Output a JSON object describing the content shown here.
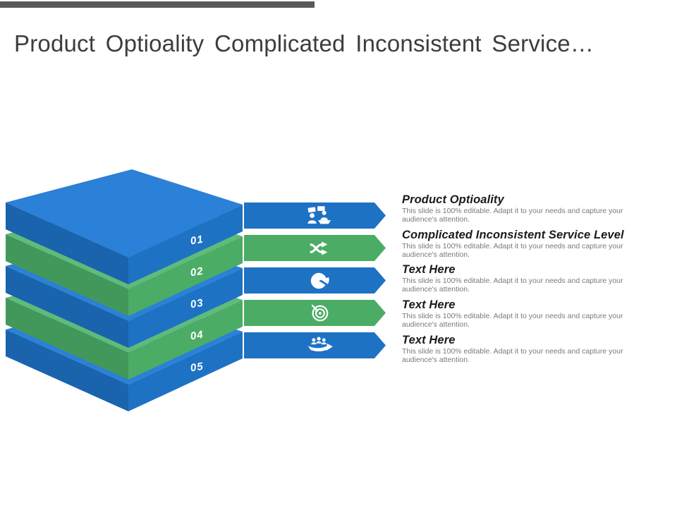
{
  "slide": {
    "title": "Product Optioality Complicated Inconsistent Service…"
  },
  "colors": {
    "blue": "#1e72c4",
    "blue_dark": "#1a63ad",
    "blue_top": "#2b80d8",
    "green": "#4bac66",
    "green_dark": "#42985a",
    "green_top": "#5fbb79",
    "top_bar": "#595959",
    "title_text": "#3d3d3d",
    "heading_text": "#1b1b1b",
    "body_text": "#7a7a7a"
  },
  "stack": {
    "layers": [
      {
        "number": "01",
        "color": "blue"
      },
      {
        "number": "02",
        "color": "green"
      },
      {
        "number": "03",
        "color": "blue"
      },
      {
        "number": "04",
        "color": "green"
      },
      {
        "number": "05",
        "color": "blue"
      }
    ]
  },
  "items": [
    {
      "heading": "Product Optioality",
      "body": "This slide is 100% editable. Adapt it to your needs and capture your audience's attention.",
      "icon": "discussion-icon",
      "color": "blue"
    },
    {
      "heading": "Complicated Inconsistent Service Level",
      "body": "This slide is 100% editable. Adapt it to your needs and capture your audience's attention.",
      "icon": "shuffle-icon",
      "color": "green"
    },
    {
      "heading": "Text Here",
      "body": "This slide is 100% editable. Adapt it to your needs and capture your audience's attention.",
      "icon": "pie-chart-icon",
      "color": "blue"
    },
    {
      "heading": "Text Here",
      "body": "This slide is 100% editable. Adapt it to your needs and capture your audience's attention.",
      "icon": "target-icon",
      "color": "green"
    },
    {
      "heading": "Text Here",
      "body": "This slide is 100% editable. Adapt it to your needs and capture your audience's attention.",
      "icon": "teamwork-icon",
      "color": "blue"
    }
  ]
}
